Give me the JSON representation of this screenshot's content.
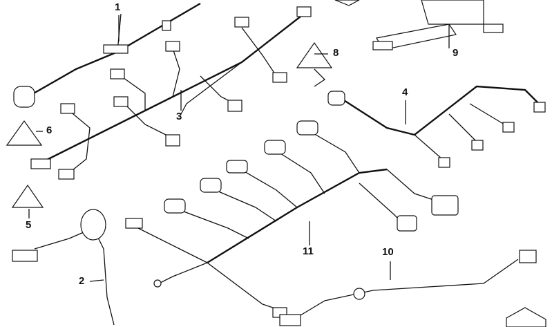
{
  "diagram": {
    "title": "Wiring harness parts diagram",
    "callouts": [
      {
        "id": "1",
        "label": "1"
      },
      {
        "id": "2",
        "label": "2"
      },
      {
        "id": "3",
        "label": "3"
      },
      {
        "id": "4",
        "label": "4"
      },
      {
        "id": "5",
        "label": "5"
      },
      {
        "id": "6",
        "label": "6"
      },
      {
        "id": "8",
        "label": "8"
      },
      {
        "id": "9",
        "label": "9"
      },
      {
        "id": "10",
        "label": "10"
      },
      {
        "id": "11",
        "label": "11"
      }
    ],
    "icons": [
      "warning-triangle-icon",
      "connector-icon"
    ]
  }
}
